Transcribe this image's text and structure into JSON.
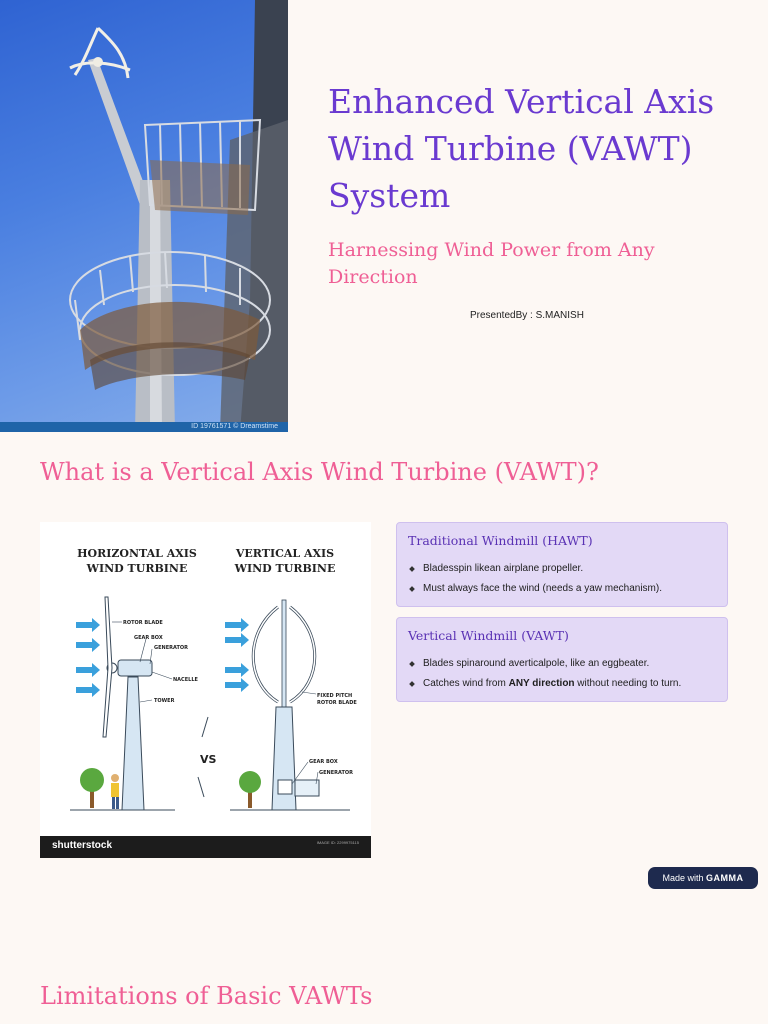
{
  "hero": {
    "title": "Enhanced Vertical Axis Wind Turbine (VAWT) System",
    "subtitle": "Harnessing Wind Power from Any Direction",
    "presenter": "PresentedBy : S.MANISH",
    "photo_caption": "ID 19761571 © Dreamstime"
  },
  "section1": {
    "heading": "What is a Vertical Axis Wind Turbine (VAWT)?",
    "illustration": {
      "hawt_caption": [
        "HORIZONTAL AXIS",
        "WIND TURBINE"
      ],
      "vawt_caption": [
        "VERTICAL AXIS",
        "WIND TURBINE"
      ],
      "hawt_labels": [
        "ROTOR BLADE",
        "GEAR BOX",
        "GENERATOR",
        "NACELLE",
        "TOWER"
      ],
      "vawt_labels": [
        "FIXED PITCH",
        "ROTOR BLADE",
        "GEAR BOX",
        "GENERATOR"
      ],
      "vs_label": "VS",
      "stock_logo": "shutterstock",
      "stock_id": "IMAGE ID: 2299975115"
    },
    "cards": [
      {
        "title": "Traditional Windmill (HAWT)",
        "items": [
          "Bladesspin likean airplane propeller.",
          "Must always face the wind (needs a yaw mechanism)."
        ]
      },
      {
        "title": "Vertical Windmill (VAWT)",
        "items": [
          "Blades spinaround averticalpole, like an eggbeater."
        ],
        "rich_item": {
          "before": "Catches wind from ",
          "bold": "ANY direction",
          "after": " without needing to turn."
        }
      }
    ]
  },
  "section2": {
    "heading": "Limitations of Basic VAWTs"
  },
  "badge": {
    "prefix": "Made with",
    "brand": "GAMMA"
  },
  "colors": {
    "title": "#6a3ad0",
    "accent_pink": "#ef5f95",
    "card_bg": "#e3d9f6",
    "page_bg": "#fdf8f4",
    "badge_bg": "#1e2a4e"
  }
}
